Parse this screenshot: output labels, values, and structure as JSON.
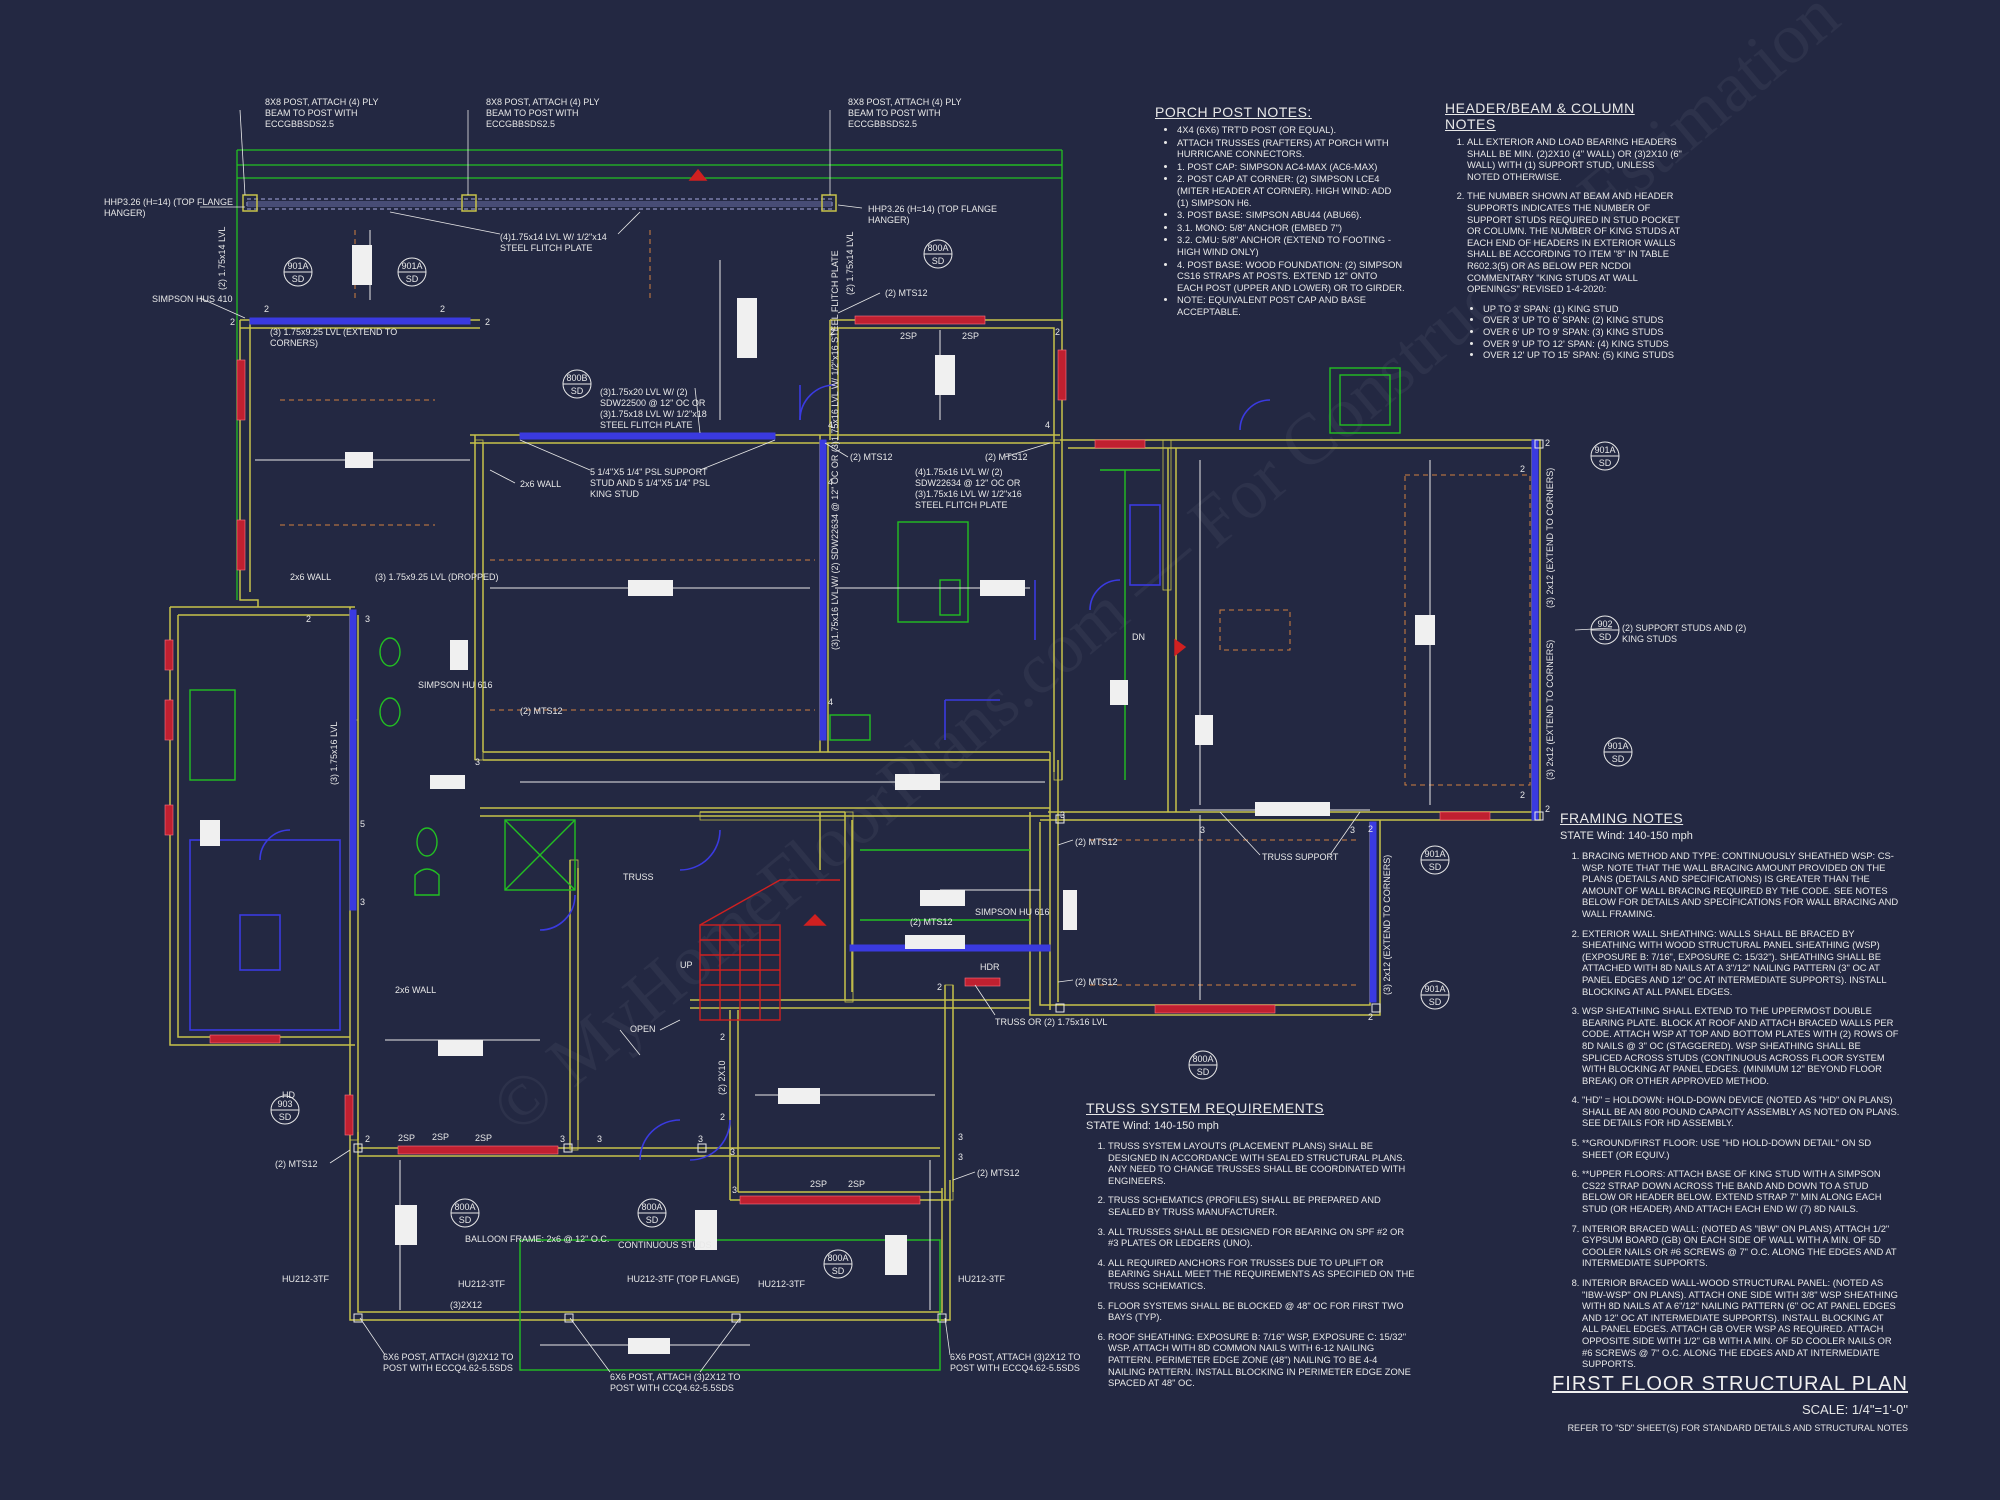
{
  "colors": {
    "background": "#232842",
    "wall": "#c8c24a",
    "beam_blue": "#3a3ae0",
    "green": "#22c022",
    "red": "#d02020",
    "label": "#e8e8e8"
  },
  "plan_labels": {
    "post_attach_1": "8X8 POST, ATTACH (4) PLY BEAM TO POST WITH ECCGBBSDS2.5",
    "post_attach_2": "8X8 POST, ATTACH (4) PLY BEAM TO POST WITH ECCGBBSDS2.5",
    "post_attach_3": "8X8 POST, ATTACH (4) PLY BEAM TO POST WITH ECCGBBSDS2.5",
    "hanger_left": "HHP3.26 (H=14) (TOP FLANGE HANGER)",
    "hanger_right": "HHP3.26 (H=14) (TOP FLANGE HANGER)",
    "flitch_top": "(4)1.75x14 LVL W/ 1/2\"x14 STEEL FLITCH PLATE",
    "lvl_left": "(2) 1.75x14 LVL",
    "lvl_right": "(2) 1.75x14 LVL",
    "simpson_hus": "SIMPSON HUS 410",
    "lvl_extend": "(3) 1.75x9.25 LVL (EXTEND TO CORNERS)",
    "mts12_1": "(2) MTS12",
    "sdw_beam": "(3)1.75x20 LVL W/ (2) SDW22500 @ 12\" OC OR (3)1.75x18 LVL W/ 1/2\"x18 STEEL FLITCH PLATE",
    "psl_support": "5 1/4\"X5 1/4\" PSL SUPPORT STUD AND 5 1/4\"X5 1/4\" PSL KING STUD",
    "mts12_2": "(2) MTS12",
    "mts12_3": "(2) MTS12",
    "flitch_mid": "(4)1.75x16 LVL W/ (2) SDW22634 @ 12\" OC OR (3)1.75x16 LVL W/ 1/2\"x16 STEEL FLITCH PLATE",
    "wall_2x6_1": "2x6 WALL",
    "wall_2x6_2": "2x6 WALL",
    "lvl_dropped": "(3) 1.75x9.25 LVL (DROPPED)",
    "vertical_lvl": "(3)1.75x16 LVL W/ (2) SDW22634 @ 12\" OC OR (3)1.75x16 LVL W/ 1/2\"x16 STEEL FLITCH PLATE",
    "simpson_hu": "SIMPSON HU 616",
    "mts12_4": "(2) MTS12",
    "lvl_1_75x16": "(3) 1.75x16 LVL",
    "truss": "TRUSS",
    "up": "UP",
    "dn": "DN",
    "simpson_hu_2": "SIMPSON HU 616",
    "mts12_5": "(2) MTS12",
    "hdr": "HDR",
    "truss_or": "TRUSS OR (2) 1.75x16 LVL",
    "open": "OPEN",
    "wall_2x6_3": "2x6 WALL",
    "mts12_6": "(2) MTS12",
    "truss_support": "TRUSS SUPPORT",
    "mts12_7": "(2) MTS12",
    "mts12_8": "(2) MTS12",
    "lvl_2x12_1": "(3) 2x12 (EXTEND TO CORNERS)",
    "lvl_2x12_2": "(3) 2x12 (EXTEND TO CORNERS)",
    "lvl_2x12_3": "(3) 2x12 (EXTEND TO CORNERS)",
    "support_studs": "(2) SUPPORT STUDS AND (2) KING STUDS",
    "mts12_9": "(2) MTS12",
    "mts12_10": "(2) MTS12",
    "balloon": "BALLOON FRAME: 2x6 @ 12\" O.C.",
    "continuous": "CONTINUOUS STUDS",
    "hu212_1": "HU212-3TF",
    "hu212_2": "HU212-3TF",
    "hu212_3": "HU212-3TF (TOP FLANGE)",
    "hu212_4": "HU212-3TF",
    "hu212_5": "HU212-3TF",
    "post6x6_1": "6X6 POST, ATTACH (3)2X12 TO POST WITH ECCQ4.62-5.5SDS",
    "post6x6_2": "6X6 POST, ATTACH (3)2X12 TO POST WITH CCQ4.62-5.5SDS",
    "post6x6_3": "6X6 POST, ATTACH (3)2X12 TO POST WITH ECCQ4.62-5.5SDS",
    "x2_10": "(2) 2X10",
    "x3_12": "(3)2X12",
    "two_sp": "2SP",
    "hd": "HD"
  },
  "detail_tags": [
    {
      "top": "901A",
      "bot": "SD"
    },
    {
      "top": "901A",
      "bot": "SD"
    },
    {
      "top": "800A",
      "bot": "SD"
    },
    {
      "top": "800B",
      "bot": "SD"
    },
    {
      "top": "901A",
      "bot": "SD"
    },
    {
      "top": "902",
      "bot": "SD"
    },
    {
      "top": "901A",
      "bot": "SD"
    },
    {
      "top": "901A",
      "bot": "SD"
    },
    {
      "top": "901A",
      "bot": "SD"
    },
    {
      "top": "800A",
      "bot": "SD"
    },
    {
      "top": "903",
      "bot": "SD"
    },
    {
      "top": "800A",
      "bot": "SD"
    },
    {
      "top": "800A",
      "bot": "SD"
    },
    {
      "top": "800A",
      "bot": "SD"
    }
  ],
  "porch_notes": {
    "title": "PORCH POST NOTES:",
    "items": [
      "4X4 (6X6) TRT'D POST (OR EQUAL).",
      "ATTACH TRUSSES (RAFTERS) AT PORCH WITH HURRICANE CONNECTORS.",
      "1. POST CAP: SIMPSON AC4-MAX (AC6-MAX)",
      "2. POST CAP AT CORNER: (2) SIMPSON LCE4 (MITER HEADER AT CORNER). HIGH WIND: ADD (1) SIMPSON H6.",
      "3. POST BASE: SIMPSON ABU44 (ABU66).",
      "3.1. MONO: 5/8\" ANCHOR (EMBED 7\")",
      "3.2. CMU: 5/8\" ANCHOR (EXTEND TO FOOTING - HIGH WIND ONLY)",
      "4. POST BASE: WOOD FOUNDATION: (2) SIMPSON CS16 STRAPS AT POSTS. EXTEND 12\" ONTO EACH POST (UPPER AND LOWER) OR TO GIRDER.",
      "NOTE: EQUIVALENT POST CAP AND BASE ACCEPTABLE."
    ]
  },
  "header_notes": {
    "title": "HEADER/BEAM & COLUMN NOTES",
    "items": [
      "ALL EXTERIOR AND LOAD BEARING HEADERS SHALL BE MIN. (2)2x10 (4\" WALL) OR (3)2x10 (6\" WALL) WITH (1) SUPPORT STUD, UNLESS NOTED OTHERWISE.",
      "THE NUMBER SHOWN AT BEAM AND HEADER SUPPORTS INDICATES THE NUMBER OF SUPPORT STUDS REQUIRED IN STUD POCKET OR COLUMN. THE NUMBER OF KING STUDS AT EACH END OF HEADERS IN EXTERIOR WALLS SHALL BE ACCORDING TO ITEM \"8\" IN TABLE R602.3(5) OR AS BELOW PER NCDOI COMMENTARY \"KING STUDS AT WALL OPENINGS\" REVISED 1-4-2020:"
    ],
    "studs": [
      "UP TO 3' SPAN: (1) KING STUD",
      "OVER 3' UP TO 6' SPAN: (2) KING STUDS",
      "OVER 6' UP TO 9' SPAN: (3) KING STUDS",
      "OVER 9' UP TO 12' SPAN: (4) KING STUDS",
      "OVER 12' UP TO 15' SPAN: (5) KING STUDS"
    ]
  },
  "framing_notes": {
    "title": "FRAMING NOTES",
    "subtitle": "STATE Wind: 140-150 mph",
    "items": [
      "BRACING METHOD AND TYPE: CONTINUOUSLY SHEATHED WSP: CS-WSP. NOTE THAT THE WALL BRACING AMOUNT PROVIDED ON THE PLANS (DETAILS AND SPECIFICATIONS) IS GREATER THAN THE AMOUNT OF WALL BRACING REQUIRED BY THE CODE. SEE NOTES BELOW FOR DETAILS AND SPECIFICATIONS FOR WALL BRACING AND WALL FRAMING.",
      "EXTERIOR WALL SHEATHING: WALLS SHALL BE BRACED BY SHEATHING WITH WOOD STRUCTURAL PANEL SHEATHING (WSP) (EXPOSURE B: 7/16\", EXPOSURE C: 15/32\"). SHEATHING SHALL BE ATTACHED WITH 8d NAILS AT A 3\"/12\" NAILING PATTERN (3\" OC AT PANEL EDGES AND 12\" OC AT INTERMEDIATE SUPPORTS). INSTALL BLOCKING AT ALL PANEL EDGES.",
      "WSP SHEATHING SHALL EXTEND TO THE UPPERMOST DOUBLE BEARING PLATE. BLOCK AT ROOF AND ATTACH BRACED WALLS PER CODE. ATTACH WSP AT TOP AND BOTTOM PLATES WITH (2) ROWS OF 8d NAILS @ 3\" OC (STAGGERED). WSP SHEATHING SHALL BE SPLICED ACROSS STUDS (CONTINUOUS ACROSS FLOOR SYSTEM WITH BLOCKING AT PANEL EDGES. (MINIMUM 12\" BEYOND FLOOR BREAK) OR OTHER APPROVED METHOD.",
      "\"HD\" = HOLDOWN: HOLD-DOWN DEVICE (NOTED AS \"HD\" ON PLANS) SHALL BE AN 800 POUND CAPACITY ASSEMBLY AS NOTED ON PLANS. SEE DETAILS FOR HD ASSEMBLY.",
      "**GROUND/FIRST FLOOR: USE \"HD HOLD-DOWN DETAIL\" ON SD SHEET (OR EQUIV.)",
      "**UPPER FLOORS: ATTACH BASE OF KING STUD WITH A SIMPSON CS22 STRAP DOWN ACROSS THE BAND AND DOWN TO A STUD BELOW OR HEADER BELOW. EXTEND STRAP 7\" MIN ALONG EACH STUD (OR HEADER) AND ATTACH EACH END W/ (7) 8d NAILS.",
      "INTERIOR BRACED WALL: (NOTED AS \"IBW\" ON PLANS) ATTACH 1/2\" GYPSUM BOARD (GB) ON EACH SIDE OF WALL WITH A MIN. OF 5d COOLER NAILS OR #6 SCREWS @ 7\" O.C. ALONG THE EDGES AND AT INTERMEDIATE SUPPORTS.",
      "INTERIOR BRACED WALL-WOOD STRUCTURAL PANEL: (NOTED AS \"IBW-WSP\" ON PLANS). ATTACH ONE SIDE WITH 3/8\" WSP SHEATHING WITH 8d NAILS AT A 6\"/12\" NAILING PATTERN (6\" OC AT PANEL EDGES AND 12\" OC AT INTERMEDIATE SUPPORTS). INSTALL BLOCKING AT ALL PANEL EDGES. ATTACH GB OVER WSP AS REQUIRED. ATTACH OPPOSITE SIDE WITH 1/2\" GB WITH A MIN. OF 5d COOLER NAILS OR #6 SCREWS @ 7\" O.C. ALONG THE EDGES AND AT INTERMEDIATE SUPPORTS."
    ]
  },
  "truss_notes": {
    "title": "TRUSS SYSTEM REQUIREMENTS",
    "subtitle": "STATE Wind: 140-150 mph",
    "items": [
      "TRUSS SYSTEM LAYOUTS (PLACEMENT PLANS) SHALL BE DESIGNED IN ACCORDANCE WITH SEALED STRUCTURAL PLANS. ANY NEED TO CHANGE TRUSSES SHALL BE COORDINATED WITH ENGINEERS.",
      "TRUSS SCHEMATICS (PROFILES) SHALL BE PREPARED AND SEALED BY TRUSS MANUFACTURER.",
      "ALL TRUSSES SHALL BE DESIGNED FOR BEARING ON SPF #2 OR #3 PLATES OR LEDGERS (UNO).",
      "ALL REQUIRED ANCHORS FOR TRUSSES DUE TO UPLIFT OR BEARING SHALL MEET THE REQUIREMENTS AS SPECIFIED ON THE TRUSS SCHEMATICS.",
      "FLOOR SYSTEMS SHALL BE BLOCKED @ 48\" OC FOR FIRST TWO BAYS (TYP).",
      "ROOF SHEATHING: EXPOSURE B: 7/16\" WSP, EXPOSURE C: 15/32\" WSP. ATTACH WITH 8d COMMON NAILS WITH 6-12 NAILING PATTERN. PERIMETER EDGE ZONE (48\") NAILING TO BE 4-4 NAILING PATTERN. INSTALL BLOCKING IN PERIMETER EDGE ZONE SPACED AT 48\" OC."
    ]
  },
  "title_block": {
    "title": "FIRST FLOOR STRUCTURAL PLAN",
    "scale": "SCALE: 1/4\"=1'-0\"",
    "refer": "REFER TO \"SD\" SHEET(S) FOR STANDARD DETAILS AND STRUCTURAL NOTES"
  },
  "watermark": "© MyHomeFloorPlans.com — For Construction Estimation"
}
